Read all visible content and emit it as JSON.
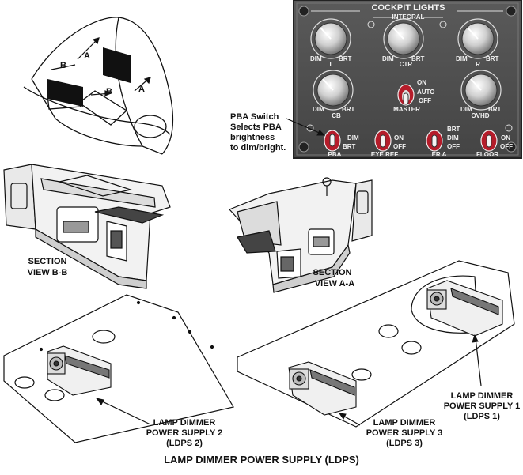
{
  "panel": {
    "title": "COCKPIT LIGHTS",
    "integral": "INTEGRAL",
    "knobs": [
      {
        "id": "L",
        "label": "L",
        "min": "DIM",
        "max": "BRT"
      },
      {
        "id": "CTR",
        "label": "CTR",
        "min": "DIM",
        "max": "BRT"
      },
      {
        "id": "R",
        "label": "R",
        "min": "DIM",
        "max": "BRT"
      },
      {
        "id": "CB",
        "label": "CB",
        "min": "DIM",
        "max": "BRT"
      },
      {
        "id": "OVHD",
        "label": "OVHD",
        "min": "DIM",
        "max": "BRT"
      }
    ],
    "master": {
      "label": "MASTER",
      "on": "ON",
      "auto": "AUTO",
      "off": "OFF"
    },
    "pba": {
      "label": "PBA",
      "dim": "DIM",
      "brt": "BRT"
    },
    "eye_ref": {
      "label": "EYE REF",
      "on": "ON",
      "off": "OFF"
    },
    "er_a": {
      "label": "ER A",
      "brt": "BRT",
      "dim": "DIM",
      "off": "OFF"
    },
    "floor": {
      "label": "FLOOR",
      "on": "ON",
      "off": "OFF"
    }
  },
  "callout": {
    "line1": "PBA Switch",
    "line2": "Selects PBA",
    "line3": "brightness",
    "line4": "to dim/bright."
  },
  "canopy": {
    "a": "A",
    "b": "B"
  },
  "sections": {
    "bb_line1": "SECTION",
    "bb_line2": "VIEW B-B",
    "aa_line1": "SECTION",
    "aa_line2": "VIEW A-A"
  },
  "ldps": {
    "ldps2_line1": "LAMP DIMMER",
    "ldps2_line2": "POWER SUPPLY 2",
    "ldps2_line3": "(LDPS 2)",
    "ldps3_line1": "LAMP DIMMER",
    "ldps3_line2": "POWER SUPPLY 3",
    "ldps3_line3": "(LDPS 3)",
    "ldps1_line1": "LAMP DIMMER",
    "ldps1_line2": "POWER SUPPLY 1",
    "ldps1_line3": "(LDPS 1)"
  },
  "caption": "LAMP DIMMER POWER SUPPLY (LDPS)"
}
